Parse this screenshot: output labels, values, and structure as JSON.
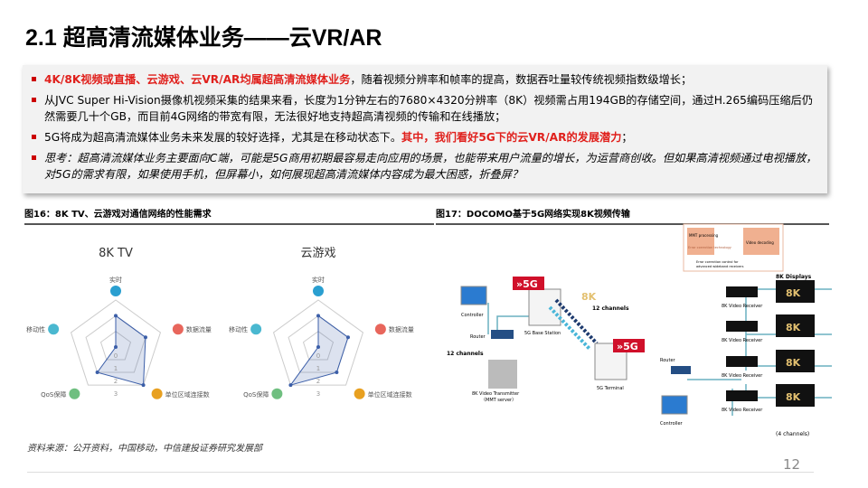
{
  "title": "2.1  超高清流媒体业务——云VR/AR",
  "bullets": [
    {
      "red": "4K/8K视频或直播、云游戏、云VR/AR均属超高清流媒体业务",
      "text": "，随着视频分辨率和帧率的提高，数据吞吐量较传统视频指数级增长；"
    },
    {
      "text": "从JVC Super Hi-Vision摄像机视频采集的结果来看，长度为1分钟左右的7680×4320分辨率（8K）视频需占用194GB的存储空间，通过H.265编码压缩后仍然需要几十个GB，而目前4G网络的带宽有限，无法很好地支持超高清视频的传输和在线播放；"
    },
    {
      "text": "5G将成为超高清流媒体业务未来发展的较好选择，尤其是在移动状态下。",
      "red": "其中，我们看好5G下的云VR/AR的发展潜力",
      "tail": "；"
    },
    {
      "text": "思考：超高清流媒体业务主要面向C端，可能是5G商用初期最容易走向应用的场景，也能带来用户流量的增长，为运营商创收。但如果高清视频通过电视播放，对5G的需求有限，如果使用手机，但屏幕小，如何展现超高清流媒体内容成为最大困惑，折叠屏？"
    }
  ],
  "fig16": {
    "caption": "图16：8K TV、云游戏对通信网络的性能需求"
  },
  "fig17": {
    "caption": "图17：DOCOMO基于5G网络实现8K视频传输"
  },
  "chart_data": [
    {
      "type": "radar",
      "title": "8K TV",
      "axes": [
        "实时",
        "数据流量",
        "单位区域连接数",
        "QoS保障",
        "移动性"
      ],
      "ticks": [
        "0",
        "1",
        "2",
        "3"
      ],
      "range": [
        0,
        3
      ],
      "values": [
        2,
        2,
        3,
        2,
        0
      ]
    },
    {
      "type": "radar",
      "title": "云游戏",
      "axes": [
        "实时",
        "数据流量",
        "单位区域连接数",
        "QoS保障",
        "移动性"
      ],
      "ticks": [
        "0",
        "1",
        "2",
        "3"
      ],
      "range": [
        0,
        3
      ],
      "values": [
        2,
        2,
        2,
        3,
        0
      ]
    }
  ],
  "diagram": {
    "controller": "Controller",
    "router": "Router",
    "channels": "12 channels",
    "transmitter": "8K Video Transmitter",
    "mmt": "（MMT server）",
    "base_station": "5G Base Station",
    "terminal": "5G Terminal",
    "fiveg": "»5G",
    "eightk": "8K",
    "mmt_proc": "MMT processing",
    "error": "Error correction technology",
    "decoding": "Video decoding",
    "note1": "Error correction control for",
    "note2": "advanced wideband receivers",
    "displays": "8K Displays",
    "receiver": "8K Video Receiver",
    "four": "(4 channels)"
  },
  "source": "资料来源：公开资料，中国移动，中信建投证券研究发展部",
  "page_number": "12",
  "colors": {
    "accent": "#e0201c",
    "radar": "#3b5ea8"
  }
}
